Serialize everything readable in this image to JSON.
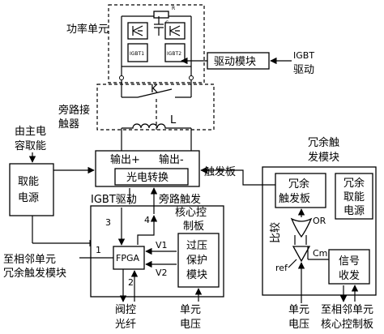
{
  "labels": {
    "power_unit": "功率单元",
    "drive_module": "驱动模块",
    "igbt_drive_right": [
      "IGBT",
      "驱动"
    ],
    "bypass_contactor": [
      "旁路接",
      "触器"
    ],
    "switch_k": "K",
    "inductor_l": "L",
    "main_capacitor_power": [
      "由主电",
      "容取能"
    ],
    "power_supply": [
      "取能",
      "电源"
    ],
    "output_plus": "输出+",
    "output_minus": "输出-",
    "optical_conversion": "光电转换",
    "trigger_board": "触发板",
    "igbt_drive_left": "IGBT驱动",
    "bypass_trigger_core": [
      "旁路触发",
      "核心控",
      "制板"
    ],
    "overvoltage_protection": [
      "过压",
      "保护",
      "模块"
    ],
    "fpga": "FPGA",
    "v1": "V1",
    "v2": "V2",
    "to_adjacent": [
      "至相邻单元",
      "冗余触发模块"
    ],
    "valve_fiber": [
      "阀控",
      "光纤"
    ],
    "unit_voltage_bottom": [
      "单元",
      "电压"
    ],
    "redundant_trigger_module": [
      "冗余触",
      "发模块"
    ],
    "redundant_trigger_board": [
      "冗余",
      "触发板"
    ],
    "redundant_power": [
      "冗余",
      "取能",
      "电源"
    ],
    "compare": "比较",
    "or_label": "OR",
    "cmp_label": "Cmp",
    "ref_label": "ref",
    "signal_transceiver": [
      "信号",
      "收发"
    ],
    "unit_voltage_right": [
      "单元",
      "电压"
    ],
    "to_adjacent_core": [
      "至相邻单元",
      "核心控制板"
    ],
    "num_1": "1",
    "num_2": "2",
    "num_3": "3",
    "num_4": "4",
    "igbt_upper_tag": "IGBT1",
    "igbt_lower_tag": "IGBT2",
    "r_tag": "R",
    "c_tag": "C"
  },
  "colors": {
    "line": "#000000",
    "background": "#ffffff"
  }
}
